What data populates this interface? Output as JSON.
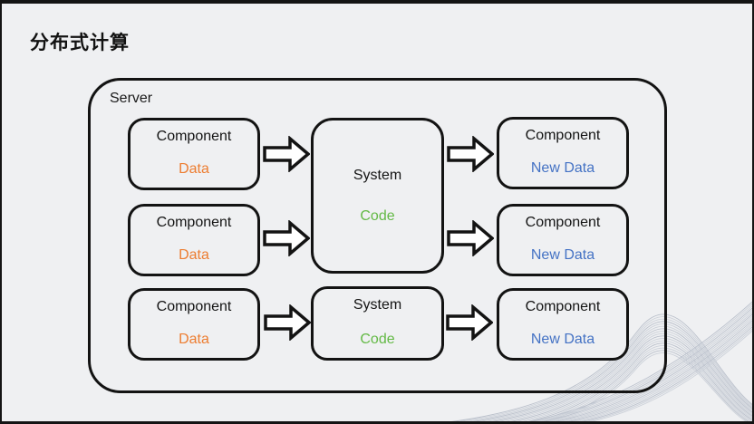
{
  "slide": {
    "title": "分布式计算"
  },
  "server": {
    "label": "Server"
  },
  "columns": {
    "inputs": [
      {
        "title": "Component",
        "value": "Data"
      },
      {
        "title": "Component",
        "value": "Data"
      },
      {
        "title": "Component",
        "value": "Data"
      }
    ],
    "systems": [
      {
        "title": "System",
        "value": "Code"
      },
      {
        "title": "System",
        "value": "Code"
      }
    ],
    "outputs": [
      {
        "title": "Component",
        "value": "New Data"
      },
      {
        "title": "Component",
        "value": "New Data"
      },
      {
        "title": "Component",
        "value": "New Data"
      }
    ]
  },
  "colors": {
    "slide_background": "#EFF0F2",
    "node_border": "#131313",
    "data_value": "#ED7D31",
    "code_value": "#63B945",
    "new_data_value": "#4472C4"
  }
}
